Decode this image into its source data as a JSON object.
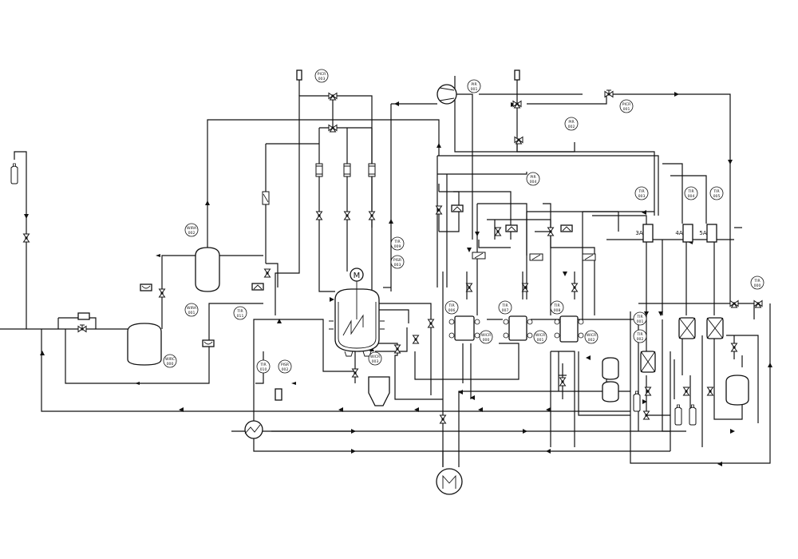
{
  "diagram": {
    "tags": [
      {
        "id": "pir003",
        "l1": "PICR",
        "l2": "003"
      },
      {
        "id": "pir001",
        "l1": "PIR",
        "l2": "001"
      },
      {
        "id": "picr001",
        "l1": "PICR",
        "l2": "001"
      },
      {
        "id": "pir002",
        "l1": "PIR",
        "l2": "002"
      },
      {
        "id": "pir004",
        "l1": "PIR",
        "l2": "004"
      },
      {
        "id": "tir003",
        "l1": "TIR",
        "l2": "003"
      },
      {
        "id": "tir004",
        "l1": "TIR",
        "l2": "004"
      },
      {
        "id": "tir005",
        "l1": "TIR",
        "l2": "005"
      },
      {
        "id": "tir009",
        "l1": "TIR",
        "l2": "009"
      },
      {
        "id": "pisr003",
        "l1": "PISR",
        "l2": "003"
      },
      {
        "id": "wira002",
        "l1": "WIRA",
        "l2": "002"
      },
      {
        "id": "wira001",
        "l1": "WIRA",
        "l2": "001"
      },
      {
        "id": "tir011",
        "l1": "TIR",
        "l2": "011"
      },
      {
        "id": "wirc000",
        "l1": "WIRC",
        "l2": "000"
      },
      {
        "id": "tir010",
        "l1": "TIR",
        "l2": "010"
      },
      {
        "id": "pisr002",
        "l1": "PISR",
        "l2": "002"
      },
      {
        "id": "wicr003",
        "l1": "WICR",
        "l2": "003"
      },
      {
        "id": "tir006",
        "l1": "TIR",
        "l2": "006"
      },
      {
        "id": "tir007",
        "l1": "TIR",
        "l2": "007"
      },
      {
        "id": "tir008",
        "l1": "TIR",
        "l2": "008"
      },
      {
        "id": "wicr000",
        "l1": "WICR",
        "l2": "000"
      },
      {
        "id": "wicr001",
        "l1": "WICR",
        "l2": "001"
      },
      {
        "id": "wicr002",
        "l1": "WICR",
        "l2": "002"
      },
      {
        "id": "tir001",
        "l1": "TIR",
        "l2": "001"
      },
      {
        "id": "tir002",
        "l1": "TIR",
        "l2": "002"
      },
      {
        "id": "tir000",
        "l1": "TIR",
        "l2": "000"
      }
    ],
    "agitator_label": "M",
    "column_labels": [
      "3A",
      "4A",
      "5A"
    ]
  }
}
